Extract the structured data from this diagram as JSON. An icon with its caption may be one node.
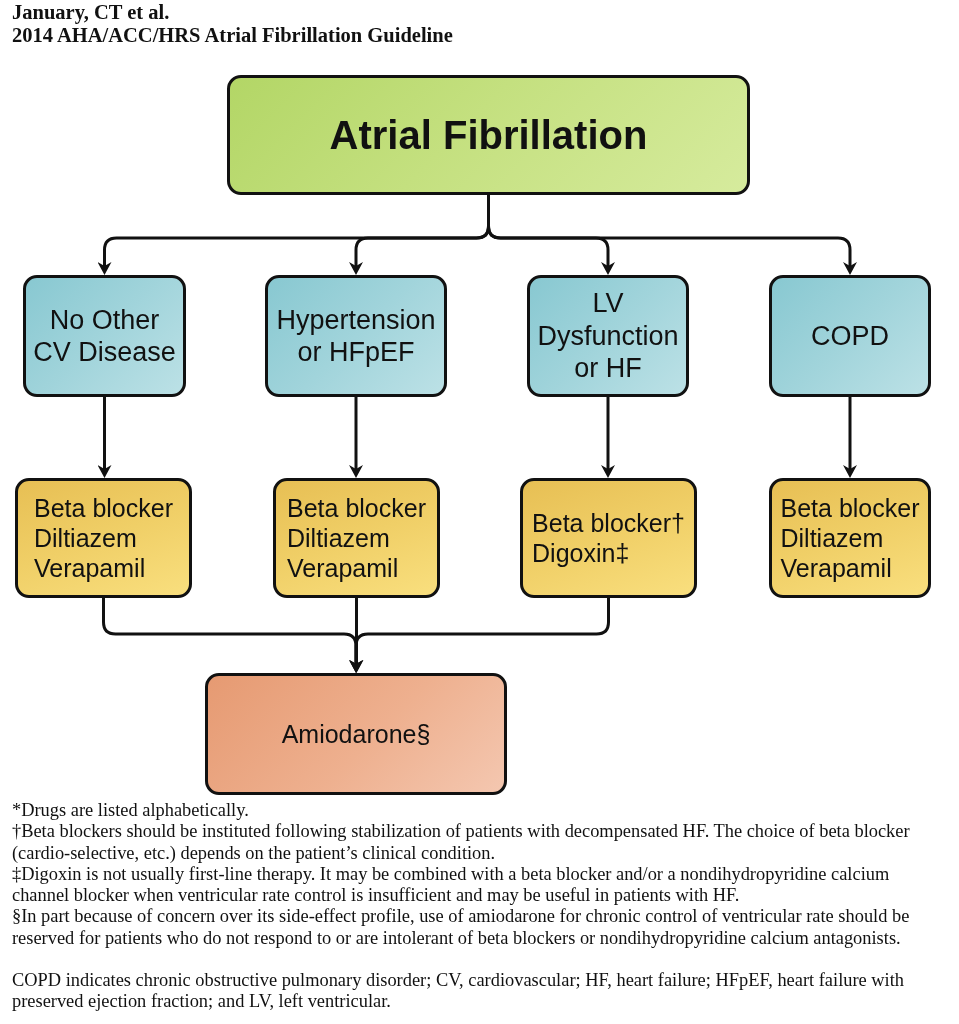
{
  "diagram": {
    "nodes": [
      {
        "text": [
          "Atrial Fibrillation"
        ]
      },
      {
        "text": [
          "No Other CV Disease"
        ]
      },
      {
        "text": [
          "Hypertension or HFpEF"
        ]
      },
      {
        "text": [
          "LV Dysfunction or HF"
        ]
      },
      {
        "text": [
          "COPD"
        ]
      },
      {
        "text": [
          "Beta blocker",
          "Diltiazem",
          "Verapamil"
        ]
      },
      {
        "text": [
          "Beta blocker",
          "Diltiazem",
          "Verapamil"
        ]
      },
      {
        "text": [
          "Beta blocker†",
          "Digoxin‡"
        ]
      },
      {
        "text": [
          "Beta blocker",
          "Diltiazem",
          "Verapamil"
        ]
      },
      {
        "text": [
          "Amiodarone§"
        ]
      }
    ],
    "edges": [
      {
        "from": 0,
        "to": 1,
        "arrow": "to"
      },
      {
        "from": 0,
        "to": 2,
        "arrow": "to"
      },
      {
        "from": 0,
        "to": 3,
        "arrow": "to"
      },
      {
        "from": 0,
        "to": 4,
        "arrow": "to"
      },
      {
        "from": 1,
        "to": 5,
        "arrow": "to"
      },
      {
        "from": 2,
        "to": 6,
        "arrow": "to"
      },
      {
        "from": 3,
        "to": 7,
        "arrow": "to"
      },
      {
        "from": 4,
        "to": 8,
        "arrow": "to"
      },
      {
        "from": 5,
        "to": 9,
        "arrow": "to"
      },
      {
        "from": 6,
        "to": 9,
        "arrow": "to"
      },
      {
        "from": 7,
        "to": 9,
        "arrow": "to"
      }
    ],
    "labels": [
      "January, CT et al.",
      "2014 AHA/ACC/HRS Atrial Fibrillation Guideline",
      "*Drugs are listed alphabetically.",
      "†Beta blockers should be instituted following stabilization of patients with decompensated HF. The choice of beta blocker (cardio-selective, etc.) depends on the patient’s clinical condition.",
      "‡Digoxin is not usually first-line therapy. It may be combined with a beta blocker and/or a nondihydropyridine calcium channel blocker when ventricular rate control is insufficient and may be useful in patients with HF.",
      "§In part because of concern over its side-effect profile, use of amiodarone for chronic control of ventricular rate should be reserved for patients who do not respond to or are intolerant of beta blockers or nondihydropyridine calcium antagonists.",
      "COPD indicates chronic obstructive pulmonary disorder; CV, cardiovascular; HF, heart failure; HFpEF, heart failure with preserved ejection fraction; and LV, left ventricular."
    ]
  }
}
